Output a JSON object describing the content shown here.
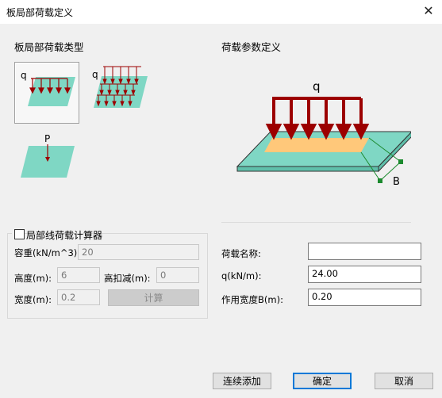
{
  "window": {
    "title": "板局部荷载定义",
    "close_glyph": "✕"
  },
  "load_type": {
    "heading": "板局部荷载类型",
    "options": [
      {
        "symbol": "q",
        "selected": true
      },
      {
        "symbol": "q",
        "selected": false
      },
      {
        "symbol": "P",
        "selected": false
      }
    ]
  },
  "param_def": {
    "heading": "荷载参数定义",
    "diagram_q": "q",
    "diagram_b": "B"
  },
  "calculator": {
    "checkbox_label": "局部线荷载计算器",
    "checked": false,
    "unit_weight_label": "容重(kN/m^3):",
    "unit_weight_value": "20",
    "height_label": "高度(m):",
    "height_value": "6",
    "deduct_label": "高扣减(m):",
    "deduct_value": "0",
    "width_label": "宽度(m):",
    "width_value": "0.2",
    "compute_button": "计算"
  },
  "fields": {
    "name_label": "荷载名称:",
    "name_value": "",
    "q_label": "q(kN/m):",
    "q_value": "24.00",
    "width_label": "作用宽度B(m):",
    "width_value": "0.20"
  },
  "buttons": {
    "continue_add": "连续添加",
    "ok": "确定",
    "cancel": "取消"
  },
  "colors": {
    "plate": "#7fd7c4",
    "arrow": "#9c0000",
    "band": "#ffc87a",
    "dim": "#1b8a2e"
  }
}
